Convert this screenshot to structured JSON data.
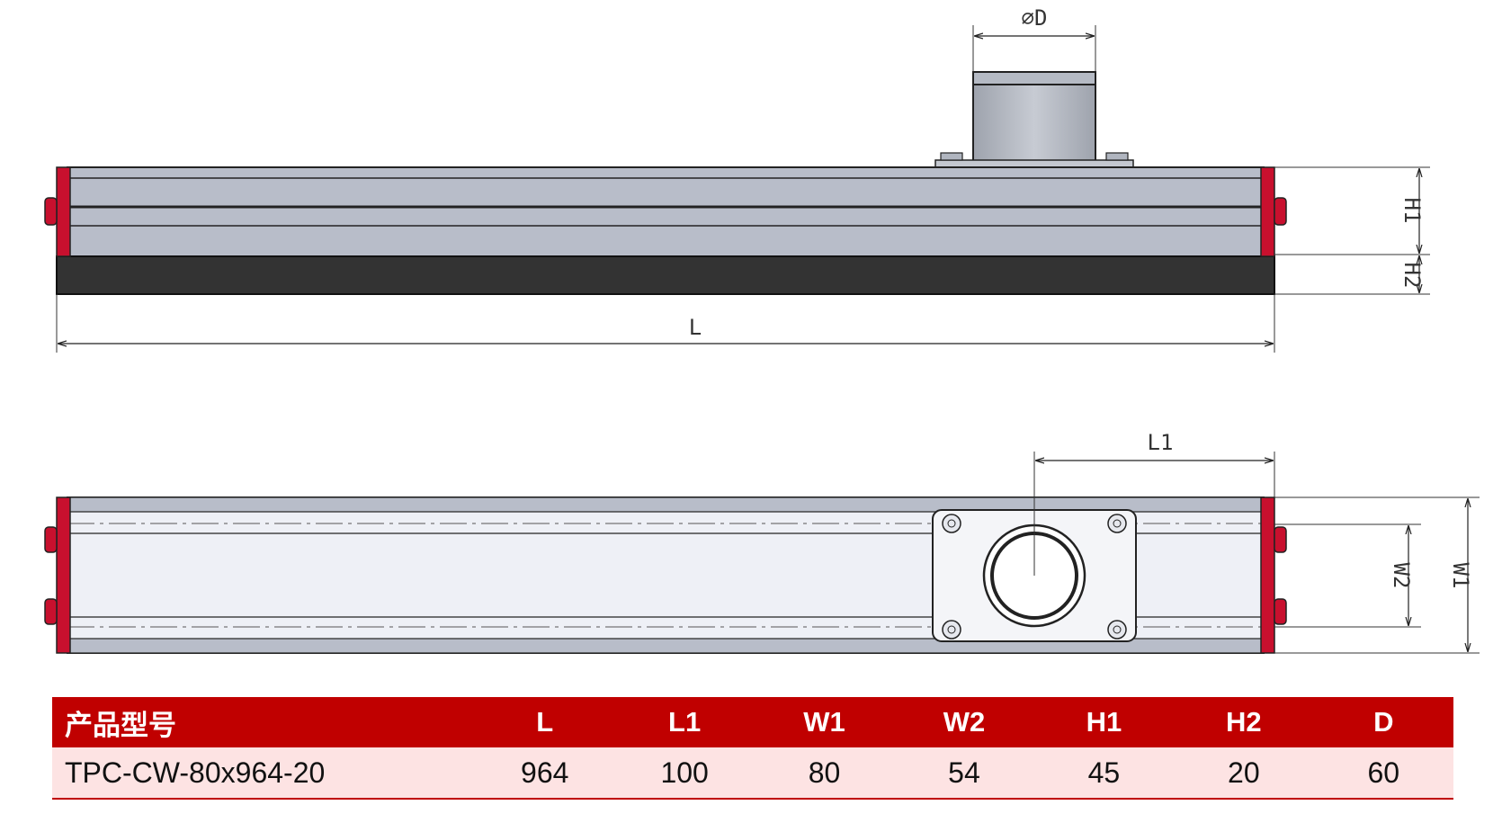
{
  "drawing": {
    "dimension_labels": {
      "diameter": "⌀D",
      "height1": "H1",
      "height2": "H2",
      "length": "L",
      "offset": "L1",
      "width2": "W2",
      "width1": "W1"
    },
    "colors": {
      "end_cap": "#c8102e",
      "profile": "#b8bdc9",
      "base_strip": "#333333",
      "outline": "#222222"
    }
  },
  "spec_table": {
    "headers": [
      "产品型号",
      "L",
      "L1",
      "W1",
      "W2",
      "H1",
      "H2",
      "D"
    ],
    "rows": [
      [
        "TPC-CW-80x964-20",
        "964",
        "100",
        "80",
        "54",
        "45",
        "20",
        "60"
      ]
    ],
    "colors": {
      "header_bg": "#c00000",
      "row_bg": "#fde3e3"
    }
  }
}
